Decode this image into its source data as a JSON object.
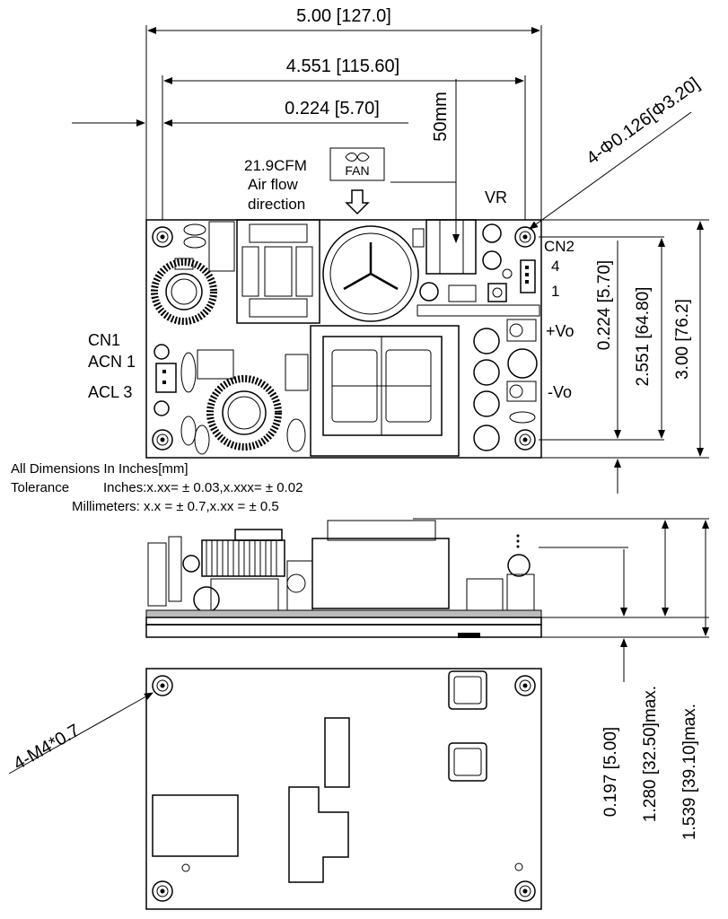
{
  "dimensions": {
    "overall_width": "5.00 [127.0]",
    "hole_pitch_x": "4.551 [115.60]",
    "edge_offset_x": "0.224 [5.70]",
    "fan_clearance": "50mm",
    "mount_hole_dia": "4-Φ0.126[Φ3.20]",
    "edge_offset_y": "0.224 [5.70]",
    "hole_pitch_y": "2.551 [64.80]",
    "overall_length": "3.00 [76.2]",
    "standoff_height": "0.197 [5.00]",
    "body_height": "1.280 [32.50]max.",
    "total_height": "1.539 [39.10]max.",
    "bottom_thread": "4-M4*0.7"
  },
  "fan": {
    "cfm": "21.9CFM",
    "box_label": "FAN",
    "airflow_line1": "Air flow",
    "airflow_line2": "direction"
  },
  "connectors": {
    "vr": "VR",
    "cn2": "CN2",
    "cn2_pin4": "4",
    "cn2_pin1": "1",
    "plus_vo": "+Vo",
    "minus_vo": "-Vo",
    "cn1": "CN1",
    "acn": "ACN 1",
    "acl": "ACL 3"
  },
  "notes": {
    "line1": "All Dimensions In Inches[mm]",
    "line2_label": "Tolerance",
    "line2_value": "Inches:x.xx= ± 0.03,x.xxx= ± 0.02",
    "line3": "Millimeters: x.x = ± 0.7,x.xx = ± 0.5"
  }
}
